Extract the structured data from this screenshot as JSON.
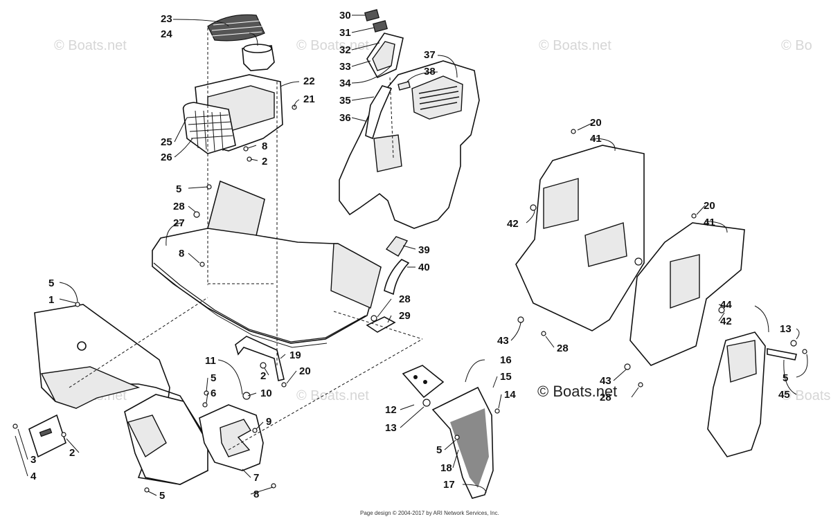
{
  "watermarks": [
    "© Boats.net",
    "© Boats.net",
    "© Boats.net",
    "© Bo",
    "© Boats.net",
    "© Boats.net",
    "© Boats.net"
  ],
  "watermark_prominent": "© Boats.net",
  "footer": "Page design © 2004-2017 by ARI Network Services, Inc.",
  "callouts": [
    "23",
    "24",
    "22",
    "21",
    "25",
    "26",
    "8",
    "2",
    "30",
    "31",
    "32",
    "33",
    "34",
    "35",
    "36",
    "37",
    "38",
    "5",
    "28",
    "27",
    "8",
    "39",
    "40",
    "20",
    "41",
    "42",
    "20",
    "41",
    "5",
    "1",
    "28",
    "29",
    "19",
    "2",
    "20",
    "11",
    "5",
    "6",
    "10",
    "9",
    "12",
    "13",
    "16",
    "15",
    "14",
    "5",
    "18",
    "17",
    "43",
    "28",
    "44",
    "42",
    "43",
    "28",
    "13",
    "5",
    "45",
    "3",
    "4",
    "2",
    "7",
    "8",
    "5"
  ]
}
